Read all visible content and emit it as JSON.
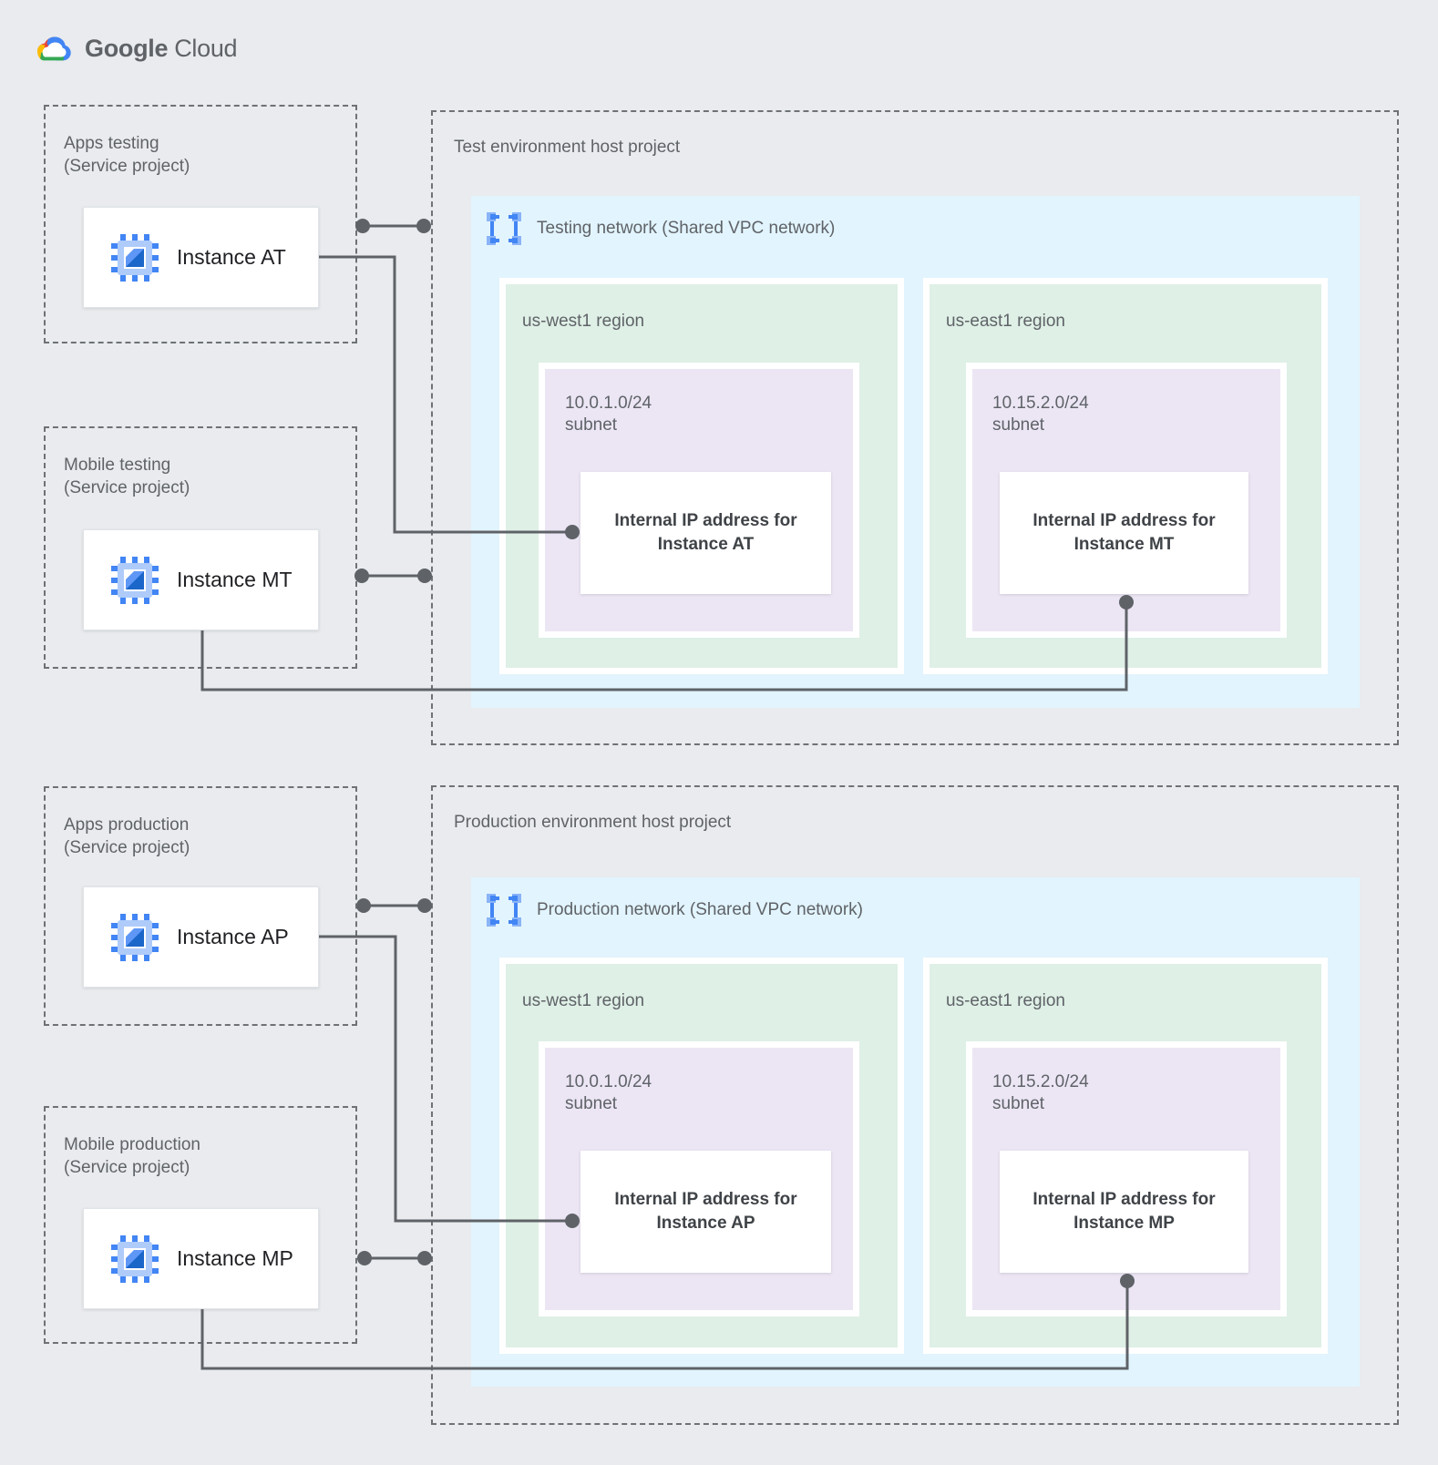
{
  "logo": {
    "google": "Google",
    "cloud": "Cloud"
  },
  "colors": {
    "background": "#E9EBEE",
    "network_zone": "#E2F4FD",
    "region_zone": "#DFF0E6",
    "subnet_zone": "#ECE6F4",
    "connector": "#5F6368",
    "label_gray": "#5F6368",
    "instance_text": "#202124",
    "icon_blue": "#4285F4",
    "icon_light_blue": "#AECBFA"
  },
  "test": {
    "host_title": "Test environment host project",
    "network_label": "Testing network (Shared VPC network)",
    "service_projects": [
      {
        "name1": "Apps testing",
        "name2": "(Service project)",
        "instance": "Instance AT"
      },
      {
        "name1": "Mobile testing",
        "name2": "(Service project)",
        "instance": "Instance MT"
      }
    ],
    "regions": [
      {
        "label": "us-west1 region",
        "cidr": "10.0.1.0/24",
        "subnet_word": "subnet",
        "ip1": "Internal IP address for",
        "ip2": "Instance AT"
      },
      {
        "label": "us-east1 region",
        "cidr": "10.15.2.0/24",
        "subnet_word": "subnet",
        "ip1": "Internal IP address for",
        "ip2": "Instance MT"
      }
    ]
  },
  "production": {
    "host_title": "Production environment host project",
    "network_label": "Production network (Shared VPC network)",
    "service_projects": [
      {
        "name1": "Apps production",
        "name2": "(Service project)",
        "instance": "Instance AP"
      },
      {
        "name1": "Mobile production",
        "name2": "(Service project)",
        "instance": "Instance MP"
      }
    ],
    "regions": [
      {
        "label": "us-west1 region",
        "cidr": "10.0.1.0/24",
        "subnet_word": "subnet",
        "ip1": "Internal IP address for",
        "ip2": "Instance AP"
      },
      {
        "label": "us-east1 region",
        "cidr": "10.15.2.0/24",
        "subnet_word": "subnet",
        "ip1": "Internal IP address for",
        "ip2": "Instance MP"
      }
    ]
  }
}
